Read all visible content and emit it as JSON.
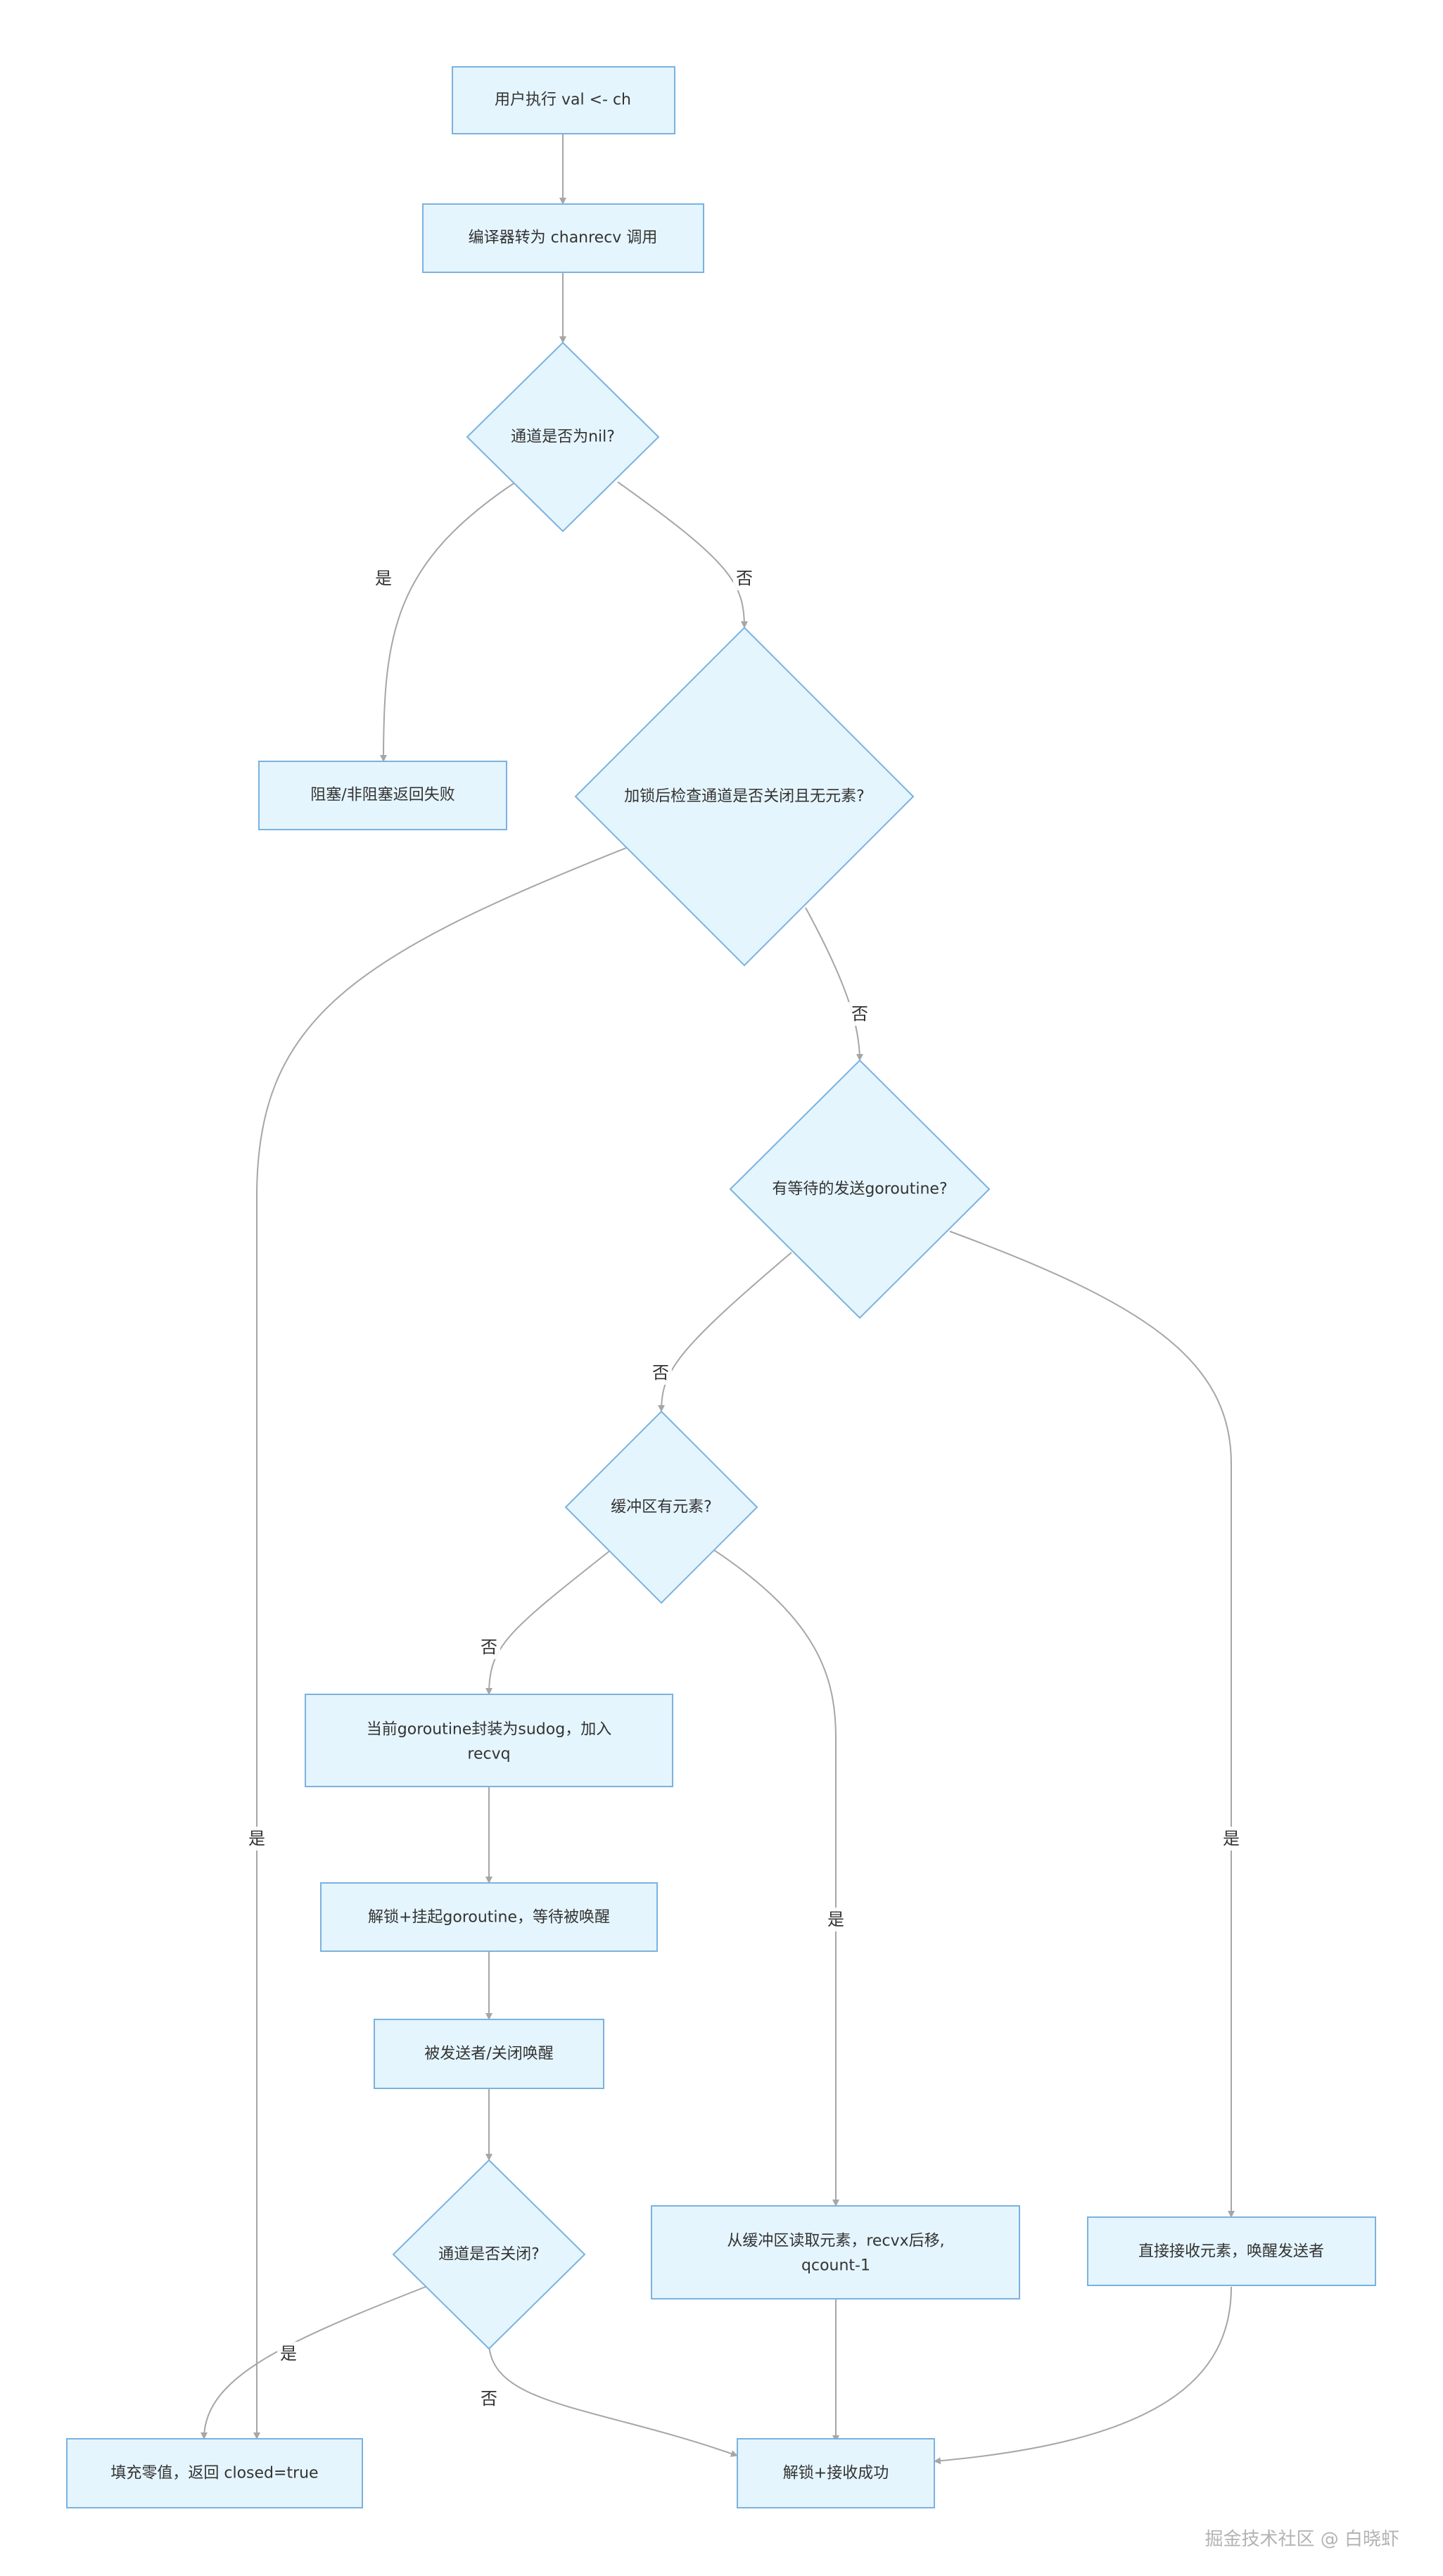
{
  "colors": {
    "node_fill": "#e5f5fd",
    "node_stroke": "#7ab2e0",
    "edge": "#a6a6a6",
    "text": "#333333"
  },
  "nodes": {
    "start": "用户执行 val <- ch",
    "compile": "编译器转为 chanrecv 调用",
    "is_nil": "通道是否为nil?",
    "block_fail": "阻塞/非阻塞返回失败",
    "closed_empty": "加锁后检查通道是否关闭且无元素?",
    "has_sender": "有等待的发送goroutine?",
    "buf_has_elem": "缓冲区有元素?",
    "enqueue_line1": "当前goroutine封装为sudog，加入",
    "enqueue_line2": "recvq",
    "park": "解锁+挂起goroutine，等待被唤醒",
    "woken": "被发送者/关闭唤醒",
    "is_closed": "通道是否关闭?",
    "read_buf_line1": "从缓冲区读取元素，recvx后移,",
    "read_buf_line2": "qcount-1",
    "direct_recv": "直接接收元素，唤醒发送者",
    "zero_fill": "填充零值，返回 closed=true",
    "success": "解锁+接收成功"
  },
  "edge_labels": {
    "nil_yes": "是",
    "nil_no": "否",
    "closed_empty_yes": "是",
    "closed_empty_no": "否",
    "sender_no": "否",
    "sender_yes": "是",
    "buf_no": "否",
    "buf_yes": "是",
    "closed_yes": "是",
    "closed_no": "否"
  },
  "watermark": "掘金技术社区 @ 白晓虾"
}
